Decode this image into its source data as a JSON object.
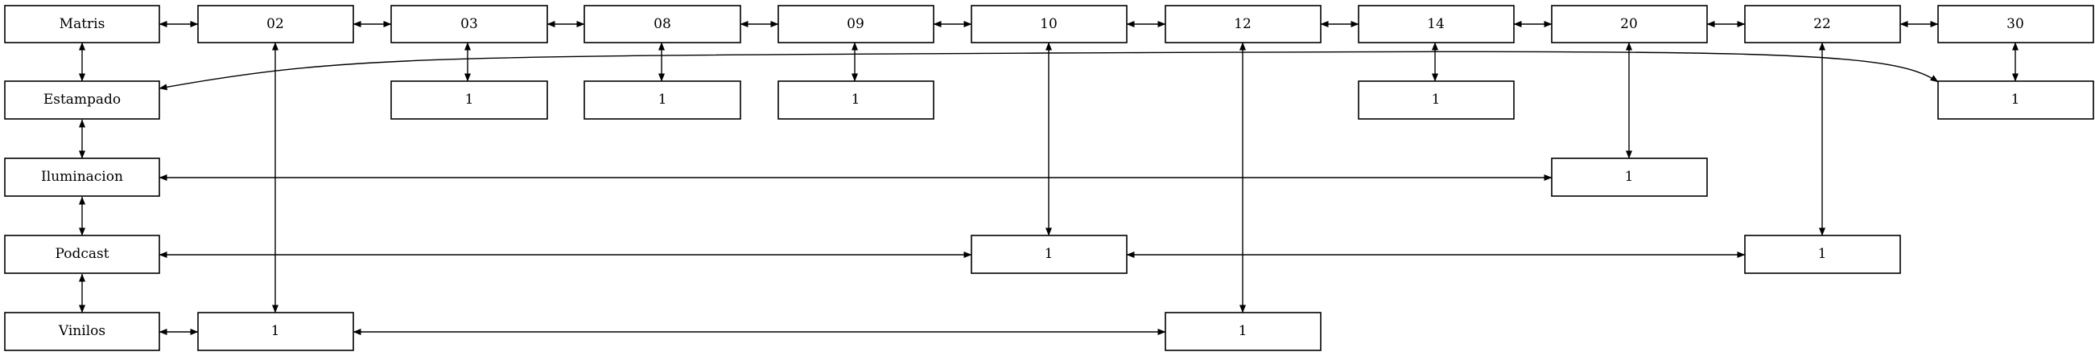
{
  "diagram": {
    "rows": {
      "header": [
        "Matris",
        "02",
        "03",
        "08",
        "09",
        "10",
        "12",
        "14",
        "20",
        "22",
        "30"
      ],
      "estampado": [
        "Estampado",
        "1",
        "1",
        "1",
        "1",
        "1"
      ],
      "iluminacion": [
        "Iluminacion",
        "1"
      ],
      "podcast": [
        "Podcast",
        "1",
        "1"
      ],
      "vinilos": [
        "Vinilos",
        "1",
        "1"
      ]
    }
  }
}
